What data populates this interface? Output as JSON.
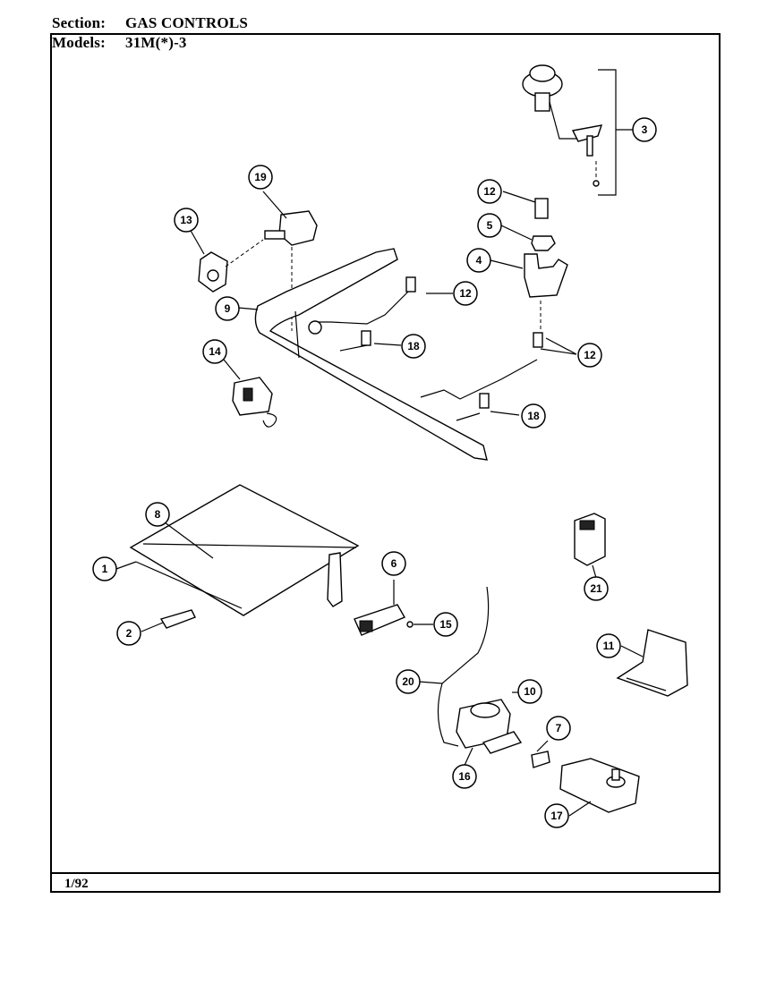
{
  "header": {
    "section_label": "Section:",
    "section_value": "GAS CONTROLS",
    "models_label": "Models:",
    "models_value": "31M(*)-3"
  },
  "footer": {
    "date": "1/92"
  },
  "callouts": [
    {
      "id": "c3",
      "label": "3"
    },
    {
      "id": "c19",
      "label": "19"
    },
    {
      "id": "c13",
      "label": "13"
    },
    {
      "id": "c12a",
      "label": "12"
    },
    {
      "id": "c5",
      "label": "5"
    },
    {
      "id": "c4",
      "label": "4"
    },
    {
      "id": "c12b",
      "label": "12"
    },
    {
      "id": "c9",
      "label": "9"
    },
    {
      "id": "c18a",
      "label": "18"
    },
    {
      "id": "c14",
      "label": "14"
    },
    {
      "id": "c12c",
      "label": "12"
    },
    {
      "id": "c18b",
      "label": "18"
    },
    {
      "id": "c8",
      "label": "8"
    },
    {
      "id": "c1",
      "label": "1"
    },
    {
      "id": "c6",
      "label": "6"
    },
    {
      "id": "c21",
      "label": "21"
    },
    {
      "id": "c2",
      "label": "2"
    },
    {
      "id": "c15",
      "label": "15"
    },
    {
      "id": "c11",
      "label": "11"
    },
    {
      "id": "c20",
      "label": "20"
    },
    {
      "id": "c10",
      "label": "10"
    },
    {
      "id": "c7",
      "label": "7"
    },
    {
      "id": "c16",
      "label": "16"
    },
    {
      "id": "c17",
      "label": "17"
    }
  ]
}
